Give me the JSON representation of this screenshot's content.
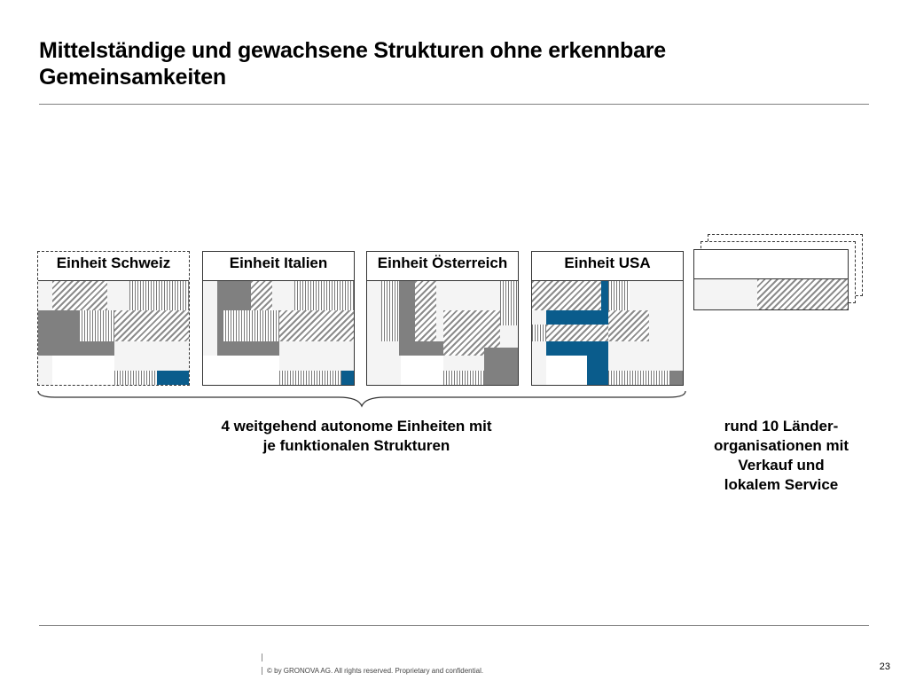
{
  "title": "Mittelständige und gewachsene Strukturen ohne erkennbare Gemeinsamkeiten",
  "units": [
    {
      "label": "Einheit Schweiz"
    },
    {
      "label": "Einheit Italien"
    },
    {
      "label": "Einheit Österreich"
    },
    {
      "label": "Einheit USA"
    }
  ],
  "captions": {
    "autonomous": "4 weitgehend autonome Einheiten mit je funktionalen Strukturen",
    "countries": "rund 10 Länder-organisationen mit Verkauf und lokalem Service"
  },
  "colors": {
    "accent_blue": "#0a5c8c",
    "dark_gray": "#808080",
    "light_bg": "#f4f4f4"
  },
  "footer": {
    "copyright": "© by GRONOVA AG. All rights reserved. Proprietary and confidential.",
    "page_number": "23"
  }
}
